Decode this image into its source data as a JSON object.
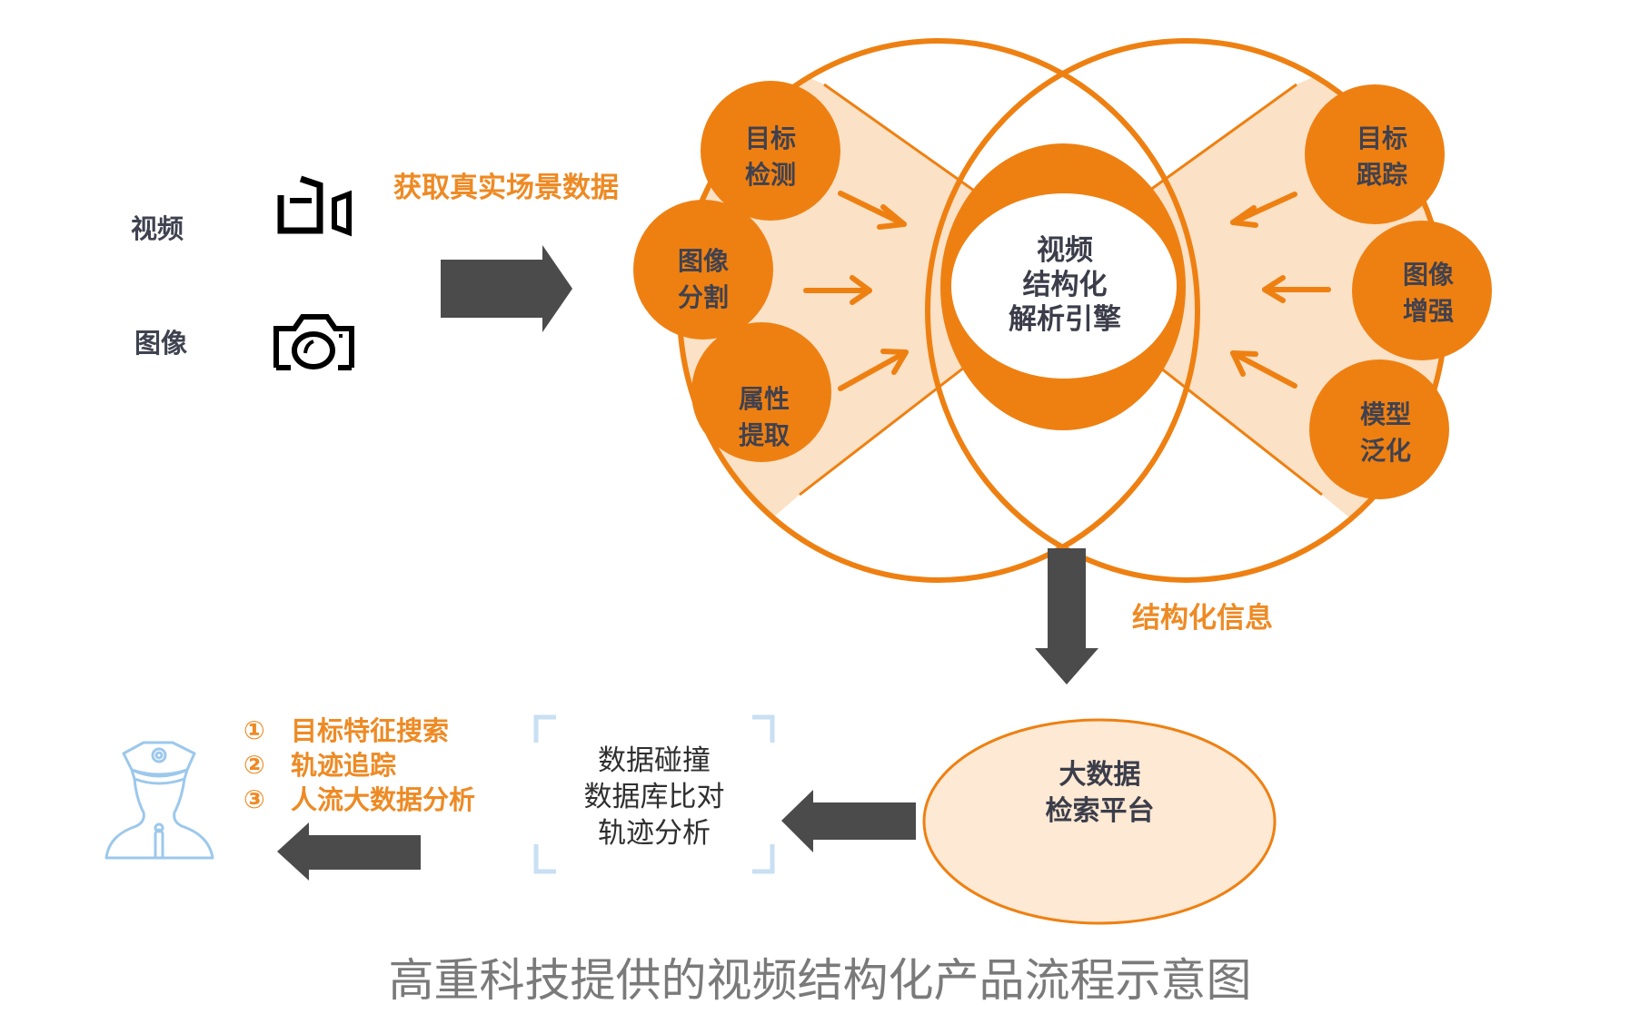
{
  "colors": {
    "orange": "#ee8012",
    "peach": "#fbe1c5",
    "peach_ellipse": "#fde9d4",
    "arrow_gray": "#4b4b4b",
    "text_dark": "#3f4250",
    "icon_blue": "#9cc8ec",
    "bracket_blue": "#c9dff2",
    "caption_gray": "#7a7a7a"
  },
  "inputs": [
    {
      "label": "视频",
      "icon": "video-camera-icon"
    },
    {
      "label": "图像",
      "icon": "photo-camera-icon"
    }
  ],
  "acquire_label": "获取真实场景数据",
  "engine": {
    "lines": [
      "视频",
      "结构化",
      "解析引擎"
    ]
  },
  "left_modules": [
    {
      "line1": "目标",
      "line2": "检测"
    },
    {
      "line1": "图像",
      "line2": "分割"
    },
    {
      "line1": "属性",
      "line2": "提取"
    }
  ],
  "right_modules": [
    {
      "line1": "目标",
      "line2": "跟踪"
    },
    {
      "line1": "图像",
      "line2": "增强"
    },
    {
      "line1": "模型",
      "line2": "泛化"
    }
  ],
  "structured_label": "结构化信息",
  "platform": {
    "line1": "大数据",
    "line2": "检索平台"
  },
  "process": {
    "lines": [
      "数据碰撞",
      "数据库比对",
      "轨迹分析"
    ]
  },
  "outputs": [
    {
      "num": "①",
      "text": "目标特征搜索"
    },
    {
      "num": "②",
      "text": "轨迹追踪"
    },
    {
      "num": "③",
      "text": "人流大数据分析"
    }
  ],
  "user_icon": "police-officer-icon",
  "caption": "高重科技提供的视频结构化产品流程示意图"
}
